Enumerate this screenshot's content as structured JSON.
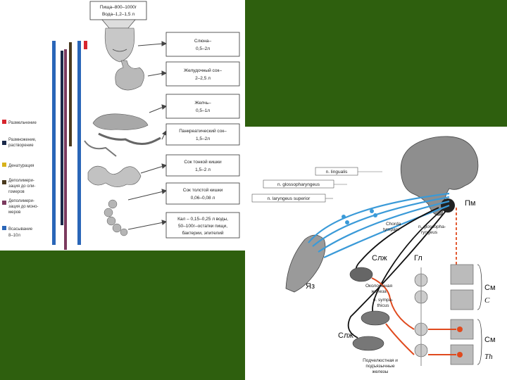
{
  "left_diagram": {
    "intake_box": [
      "Пища–800–1000г",
      "Вода–1,2–1,5 л"
    ],
    "organ_boxes": [
      {
        "key": "saliva",
        "lines": [
          "Слюна–",
          "0,5–2л"
        ]
      },
      {
        "key": "gastric",
        "lines": [
          "Желудочный сок–",
          "2–2,5 л"
        ]
      },
      {
        "key": "bile",
        "lines": [
          "Желчь–",
          "0,5–1л"
        ]
      },
      {
        "key": "pancreatic",
        "lines": [
          "Панкреатический сок–",
          "1,5–2л"
        ]
      },
      {
        "key": "intestinal",
        "lines": [
          "Сок тонкой кишки",
          "1,5–2 л"
        ]
      },
      {
        "key": "colon",
        "lines": [
          "Сок толстой кишки",
          "0,06–0,08 л"
        ]
      },
      {
        "key": "feces",
        "lines": [
          "Кал – 0,15–0,25 л воды,",
          "50–100г–остатки пищи,",
          "бактерии, эпителий"
        ]
      }
    ],
    "legend": [
      {
        "color": "#d7262e",
        "lines": [
          "Размельчение"
        ]
      },
      {
        "color": "#1a2a4a",
        "lines": [
          "Размножение,",
          "растворение"
        ]
      },
      {
        "color": "#d8b21a",
        "lines": [
          "Денатурация"
        ]
      },
      {
        "color": "#4a3a1e",
        "lines": [
          "Деполимери-",
          "зация до оли-",
          "гомеров"
        ]
      },
      {
        "color": "#7b3a5e",
        "lines": [
          "Деполимери-",
          "зация до моно-",
          "меров"
        ]
      },
      {
        "color": "#2a66b8",
        "lines": [
          "Всасывание",
          "8–10л"
        ]
      }
    ],
    "bar_colors": {
      "blue": "#2a66b8",
      "dark": "#1a2a4a",
      "brown": "#4a3a1e",
      "purple": "#7b3a5e",
      "red": "#d7262e"
    }
  },
  "right_diagram": {
    "nerve_labels": [
      "n. lingualis",
      "n. glossopharyngeus",
      "n. laryngeus superior"
    ],
    "chorda_label": [
      "Chorda",
      "tympani"
    ],
    "glosso_label": [
      "n. glossopha-",
      "ryngeus"
    ],
    "pm": "Пм",
    "slzh_top": "Слж",
    "gl": "Гл",
    "yaz": "Яз",
    "slzh_bottom": "Слж",
    "parotid": [
      "Околоушная",
      "железа"
    ],
    "ganglion": [
      "n. sympa-",
      "thicus"
    ],
    "submandibular": [
      "Подчелюстная и",
      "подъязычные",
      "железы"
    ],
    "sm_top": "См",
    "c": "С",
    "sm_bottom": "См",
    "th": "Th"
  },
  "colors": {
    "background": "#2e5f0e",
    "nerve_blue": "#3a9ad8",
    "efferent_red": "#e04a1e"
  }
}
